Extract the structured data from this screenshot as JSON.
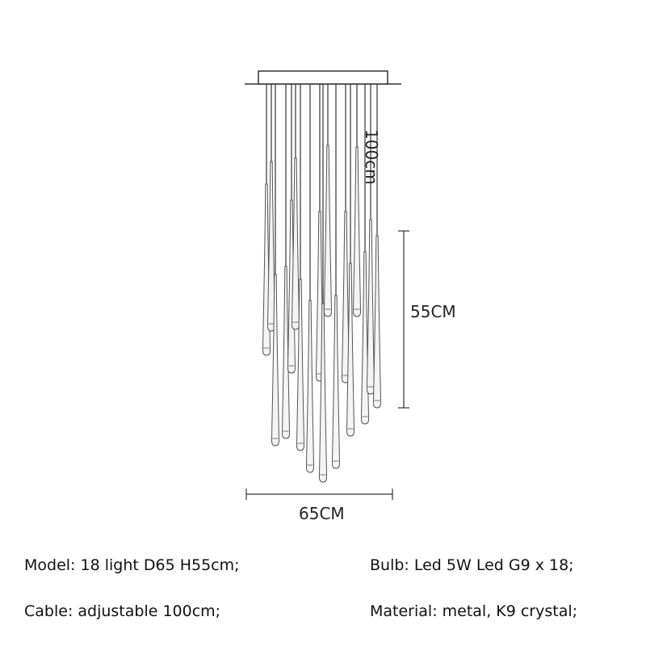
{
  "dimensions": {
    "cable_length": "100cm",
    "height": "55CM",
    "width": "65CM"
  },
  "specs": {
    "model": "Model: 18 light D65 H55cm;",
    "bulb": "Bulb: Led 5W Led G9 x 18;",
    "cable": "Cable: adjustable 100cm;",
    "material": "Material: metal, K9 crystal;"
  },
  "colors": {
    "line": "#333333",
    "crystal": "#555555"
  }
}
